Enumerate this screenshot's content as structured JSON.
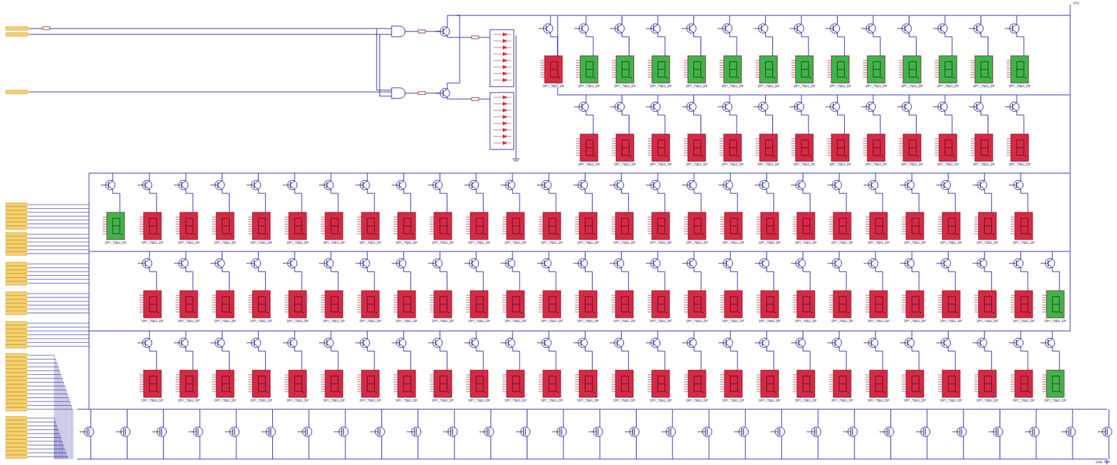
{
  "diagram": {
    "labels": [
      "VCC",
      "DPY_7SEG_DP",
      "DPY_7SEG_DP",
      "DPY_7SEG_DP",
      "DPY_7SEG_DP",
      "DPY_7SEG_DP",
      "DPY_7SEG_DP",
      "DPY_7SEG_DP",
      "DPY_7SEG_DP",
      "DPY_7SEG_DP",
      "DPY_7SEG_DP",
      "DPY_7SEG_DP",
      "DPY_7SEG_DP",
      "DPY_7SEG_DP",
      "DPY_7SEG_DP",
      "DPY_7SEG_DP",
      "DPY_7SEG_DP",
      "DPY_7SEG_DP",
      "DPY_7SEG_DP",
      "DPY_7SEG_DP",
      "DPY_7SEG_DP",
      "DPY_7SEG_DP",
      "DPY_7SEG_DP",
      "DPY_7SEG_DP",
      "DPY_7SEG_DP",
      "DPY_7SEG_DP",
      "DPY_7SEG_DP",
      "DPY_7SEG_DP",
      "DPY_7SEG_DP",
      "DPY_7SEG_DP",
      "DPY_7SEG_DP",
      "DPY_7SEG_DP",
      "DPY_7SEG_DP",
      "DPY_7SEG_DP",
      "DPY_7SEG_DP",
      "DPY_7SEG_DP",
      "DPY_7SEG_DP",
      "DPY_7SEG_DP",
      "DPY_7SEG_DP",
      "DPY_7SEG_DP",
      "DPY_7SEG_DP",
      "DPY_7SEG_DP",
      "DPY_7SEG_DP",
      "DPY_7SEG_DP",
      "DPY_7SEG_DP",
      "DPY_7SEG_DP",
      "DPY_7SEG_DP",
      "DPY_7SEG_DP",
      "DPY_7SEG_DP",
      "DPY_7SEG_DP",
      "DPY_7SEG_DP",
      "DPY_7SEG_DP",
      "DPY_7SEG_DP",
      "DPY_7SEG_DP",
      "DPY_7SEG_DP",
      "DPY_7SEG_DP",
      "DPY_7SEG_DP",
      "DPY_7SEG_DP",
      "DPY_7SEG_DP",
      "DPY_7SEG_DP",
      "DPY_7SEG_DP",
      "DPY_7SEG_DP",
      "DPY_7SEG_DP",
      "DPY_7SEG_DP",
      "DPY_7SEG_DP",
      "DPY_7SEG_DP",
      "DPY_7SEG_DP",
      "DPY_7SEG_DP",
      "DPY_7SEG_DP",
      "DPY_7SEG_DP",
      "DPY_7SEG_DP",
      "DPY_7SEG_DP",
      "DPY_7SEG_DP",
      "DPY_7SEG_DP",
      "DPY_7SEG_DP",
      "DPY_7SEG_DP",
      "DPY_7SEG_DP",
      "DPY_7SEG_DP",
      "DPY_7SEG_DP",
      "DPY_7SEG_DP",
      "DPY_7SEG_DP",
      "DPY_7SEG_DP",
      "DPY_7SEG_DP",
      "DPY_7SEG_DP",
      "DPY_7SEG_DP",
      "DPY_7SEG_DP",
      "DPY_7SEG_DP",
      "DPY_7SEG_DP",
      "DPY_7SEG_DP",
      "DPY_7SEG_DP",
      "DPY_7SEG_DP",
      "DPY_7SEG_DP",
      "DPY_7SEG_DP",
      "DPY_7SEG_DP",
      "DPY_7SEG_DP",
      "DPY_7SEG_DP",
      "DPY_7SEG_DP",
      "DPY_7SEG_DP",
      "DPY_7SEG_DP",
      "DPY_7SEG_DP",
      "DPY_7SEG_DP",
      "DPY_7SEG_DP",
      "DPY_7SEG_DP",
      "DPY_7SEG_DP",
      "DPY_7SEG_DP",
      "DPY_7SEG_DP",
      "GND"
    ]
  }
}
